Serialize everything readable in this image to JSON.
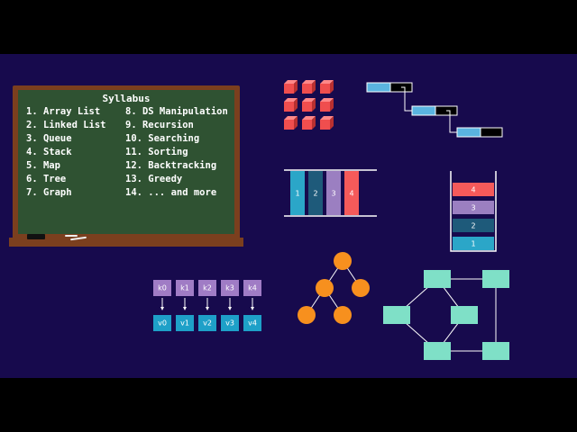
{
  "syllabus": {
    "title": "Syllabus",
    "left_items": [
      "1. Array List",
      "2. Linked List",
      "3. Queue",
      "4. Stack",
      "5. Map",
      "6. Tree",
      "7. Graph"
    ],
    "right_items": [
      "8. DS Manipulation",
      "9. Recursion",
      "10. Searching",
      "11. Sorting",
      "12. Backtracking",
      "13. Greedy",
      "14. ... and more"
    ]
  },
  "queue": {
    "labels": [
      "1",
      "2",
      "3",
      "4"
    ]
  },
  "stack": {
    "labels": [
      "4",
      "3",
      "2",
      "1"
    ]
  },
  "map": {
    "keys": [
      "k0",
      "k1",
      "k2",
      "k3",
      "k4"
    ],
    "values": [
      "v0",
      "v1",
      "v2",
      "v3",
      "v4"
    ]
  },
  "colors": {
    "background": "#170a4d",
    "cube": "#f04e4e",
    "teal": "#2ba6c8",
    "navy": "#1e5a7a",
    "purple": "#9b7fc1",
    "coral": "#f55a5a",
    "orange": "#f7901e",
    "mint": "#7fe0c7",
    "key": "#a07cc5",
    "value": "#1ea0c8"
  }
}
